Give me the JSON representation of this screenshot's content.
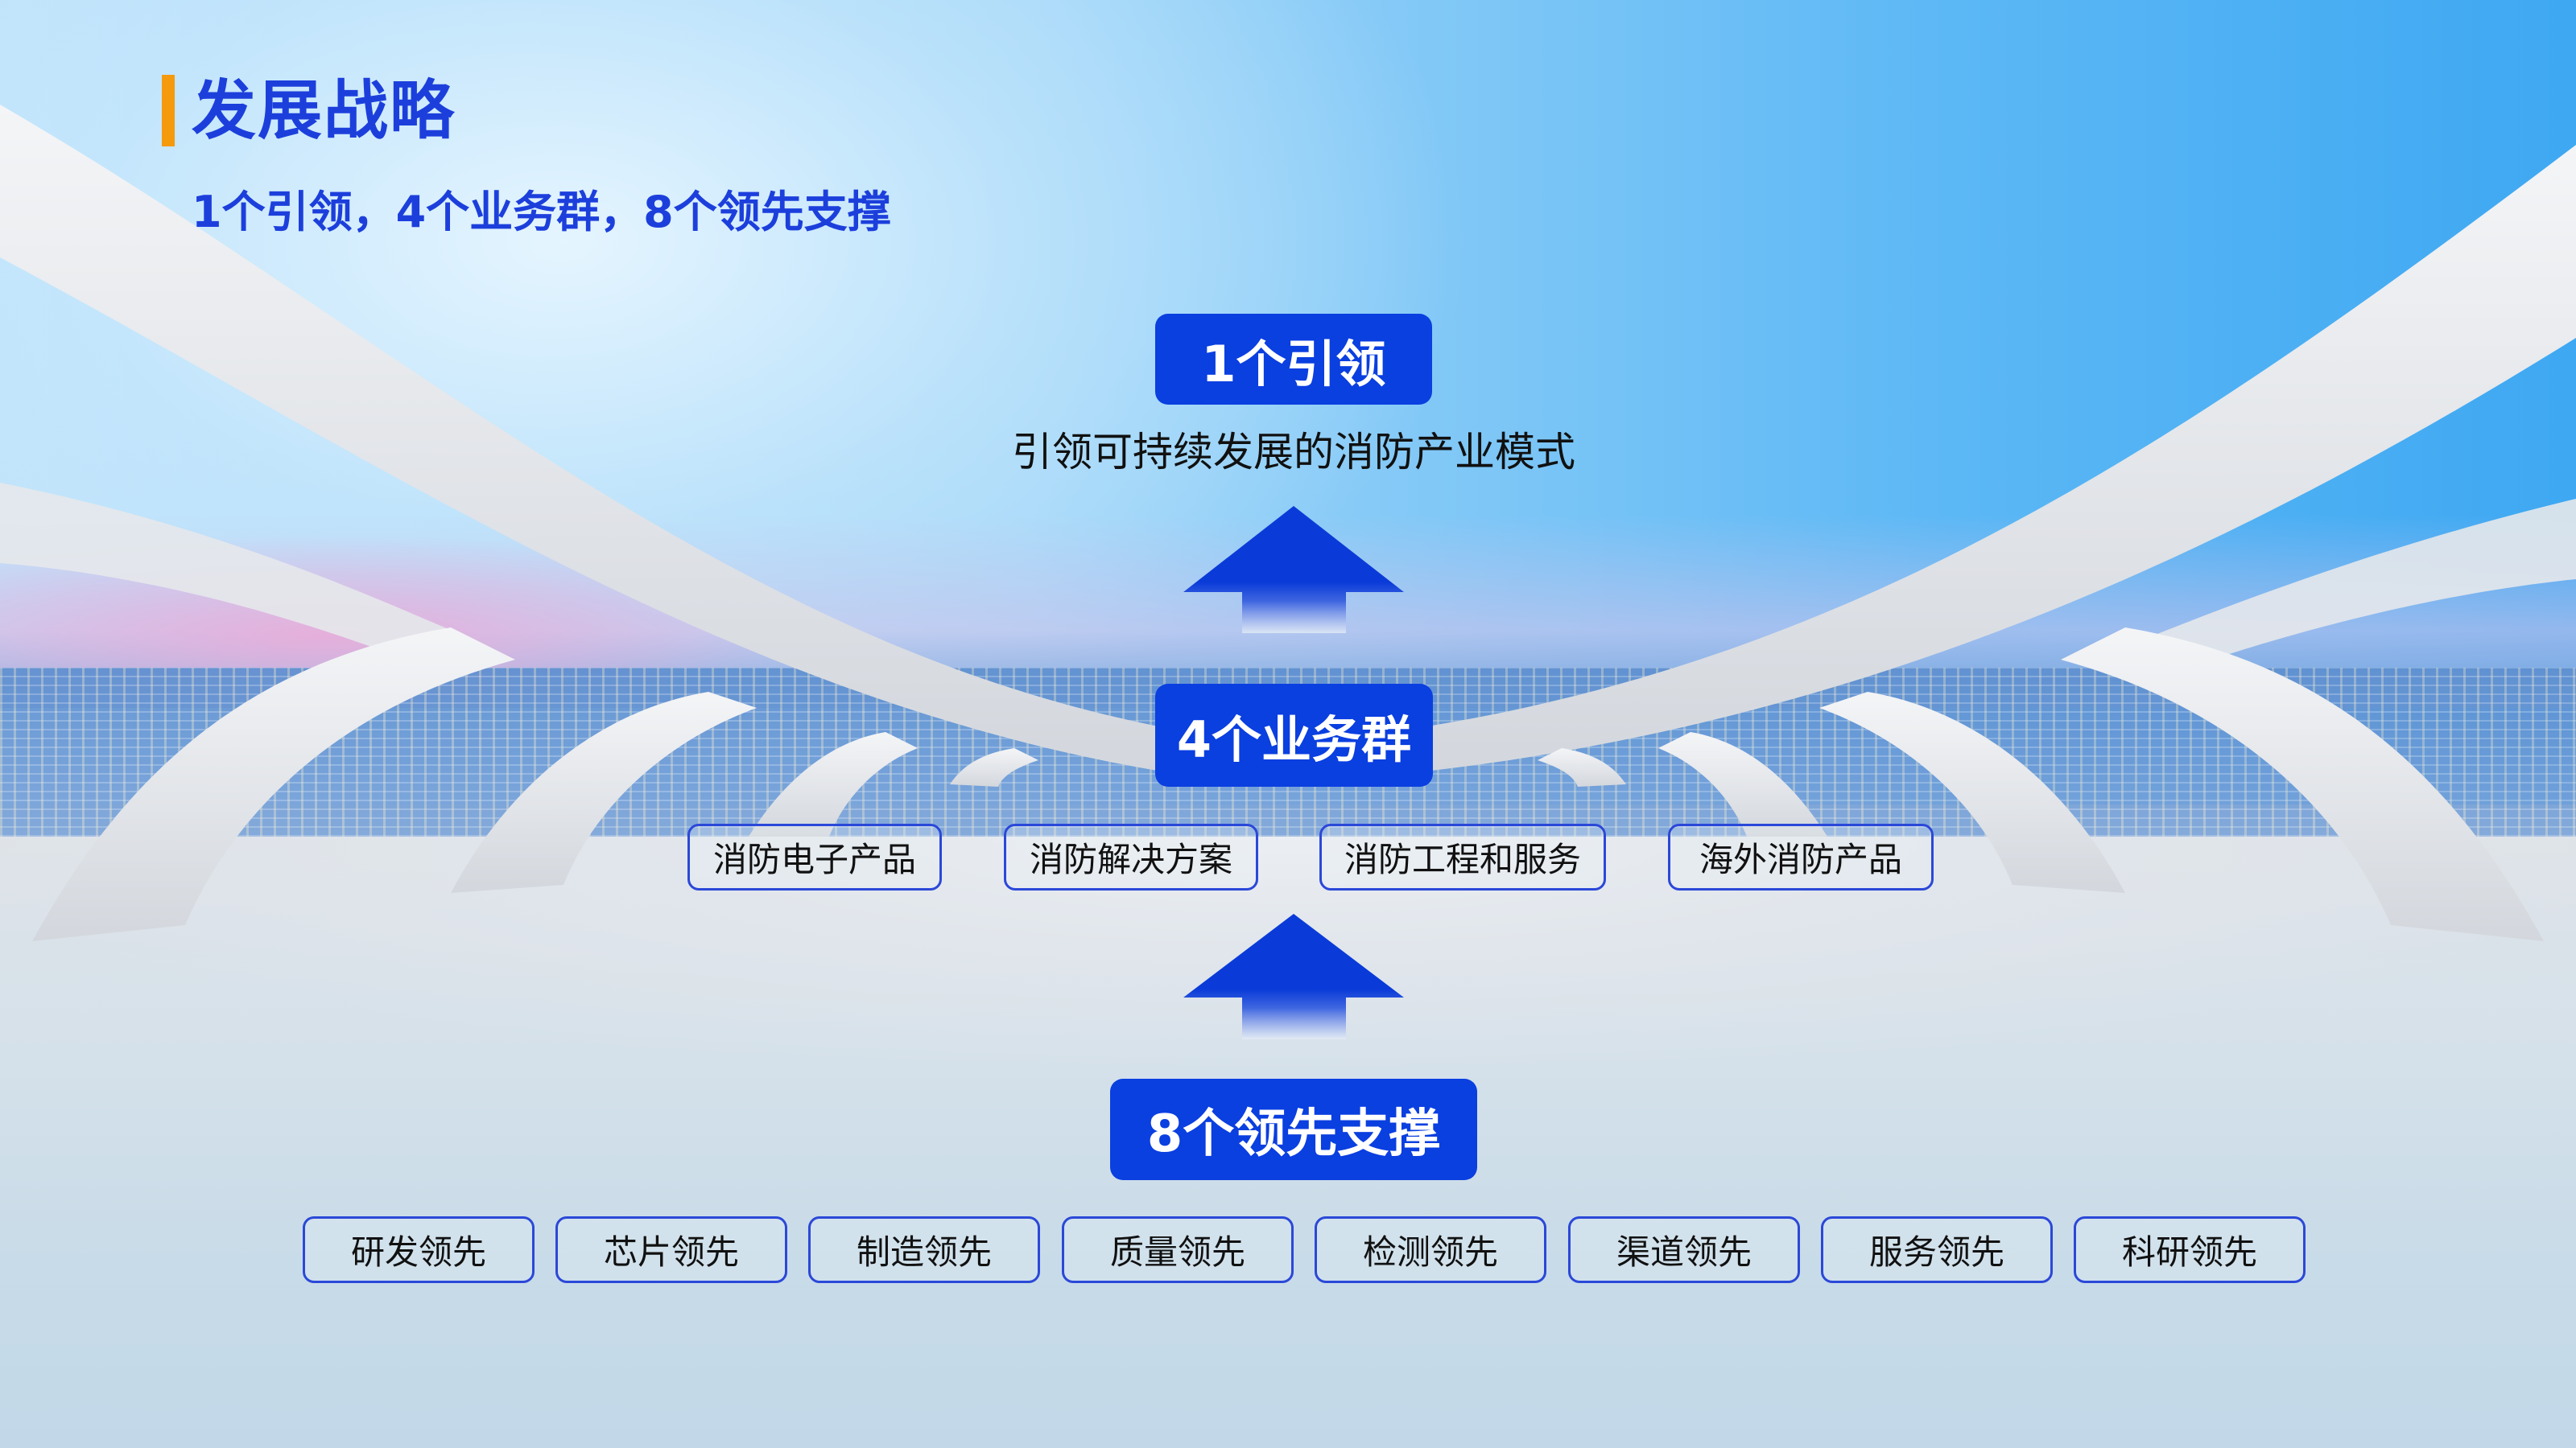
{
  "header": {
    "title": "发展战略",
    "subtitle": "1个引领，4个业务群，8个领先支撑",
    "accent_bar_color": "#f59a0c",
    "title_color": "#1c3fdc"
  },
  "levels": {
    "lead": {
      "label": "1个引领",
      "caption": "引领可持续发展的消防产业模式"
    },
    "business": {
      "label": "4个业务群",
      "items": [
        "消防电子产品",
        "消防解决方案",
        "消防工程和服务",
        "海外消防产品"
      ]
    },
    "support": {
      "label": "8个领先支撑",
      "items": [
        "研发领先",
        "芯片领先",
        "制造领先",
        "质量领先",
        "检测领先",
        "渠道领先",
        "服务领先",
        "科研领先"
      ]
    }
  },
  "icons": {
    "upper_arrow": "arrow-up-icon",
    "lower_arrow": "arrow-up-icon"
  },
  "colors": {
    "primary_box": "#0a3fe0",
    "pill_border": "#2b48d8",
    "arrow": "#0a3bd8"
  }
}
